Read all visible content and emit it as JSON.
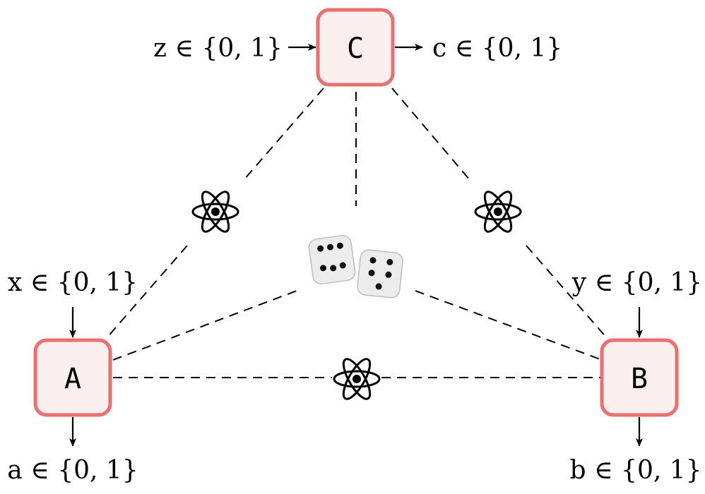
{
  "nodes": {
    "a": {
      "label": "A",
      "input": "x ∈ {0, 1}",
      "output": "a ∈ {0, 1}"
    },
    "b": {
      "label": "B",
      "input": "y ∈ {0, 1}",
      "output": "b ∈ {0, 1}"
    },
    "c": {
      "label": "C",
      "input": "z ∈ {0, 1}",
      "output": "c ∈ {0, 1}"
    }
  },
  "icons": {
    "entangled_source": "atom-icon",
    "shared_randomness": "dice-icon"
  },
  "colors": {
    "node_border": "#e8706e",
    "node_fill": "#fbeeee"
  }
}
